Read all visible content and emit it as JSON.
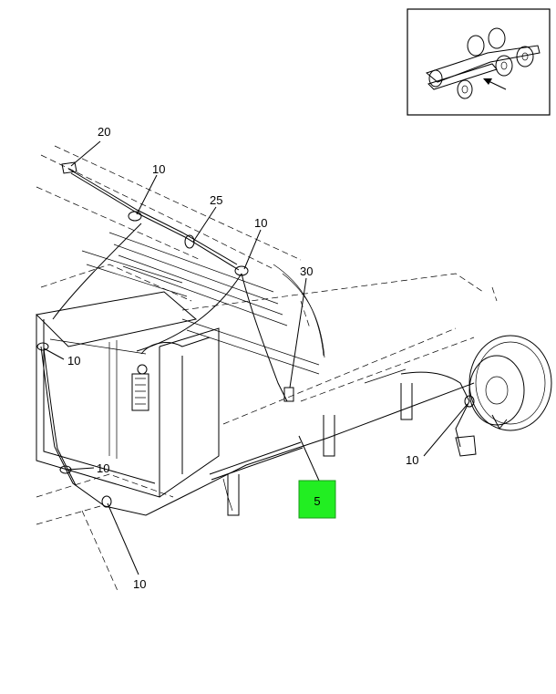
{
  "diagram": {
    "callouts": [
      {
        "id": "c20a",
        "text": "20"
      },
      {
        "id": "c10a",
        "text": "10"
      },
      {
        "id": "c25",
        "text": "25"
      },
      {
        "id": "c10b",
        "text": "10"
      },
      {
        "id": "c30",
        "text": "30"
      },
      {
        "id": "c10c",
        "text": "10"
      },
      {
        "id": "c10d",
        "text": "10"
      },
      {
        "id": "c10e",
        "text": "10"
      },
      {
        "id": "c10f",
        "text": "10"
      }
    ],
    "highlight": {
      "text": "5",
      "color": "#22ee22"
    }
  }
}
